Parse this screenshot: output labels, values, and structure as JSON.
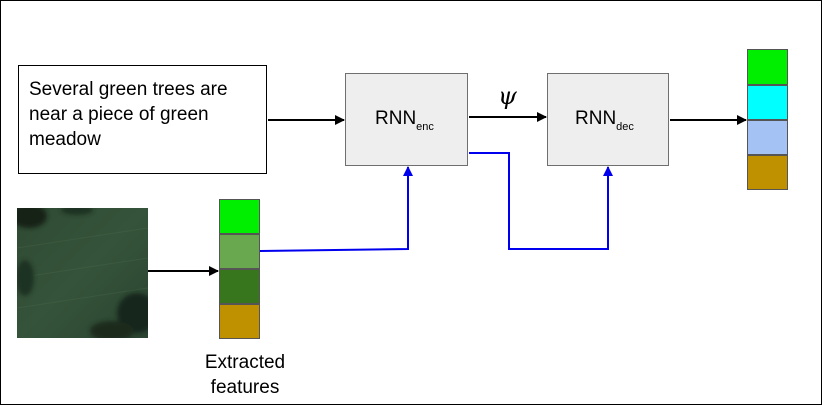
{
  "caption": {
    "text": "Several green trees are near a piece of green meadow"
  },
  "encoder": {
    "label": "RNN",
    "subscript": "enc"
  },
  "decoder": {
    "label": "RNN",
    "subscript": "dec"
  },
  "latent": {
    "symbol": "ψ"
  },
  "features": {
    "label": "Extracted features",
    "colors": [
      "#00ee00",
      "#6aa84f",
      "#38761d",
      "#bf9000"
    ]
  },
  "output": {
    "colors": [
      "#00ee00",
      "#00ffff",
      "#a4c2f4",
      "#bf9000"
    ]
  },
  "colors": {
    "connector_blue": "#0000ee",
    "arrow_black": "#000000"
  }
}
